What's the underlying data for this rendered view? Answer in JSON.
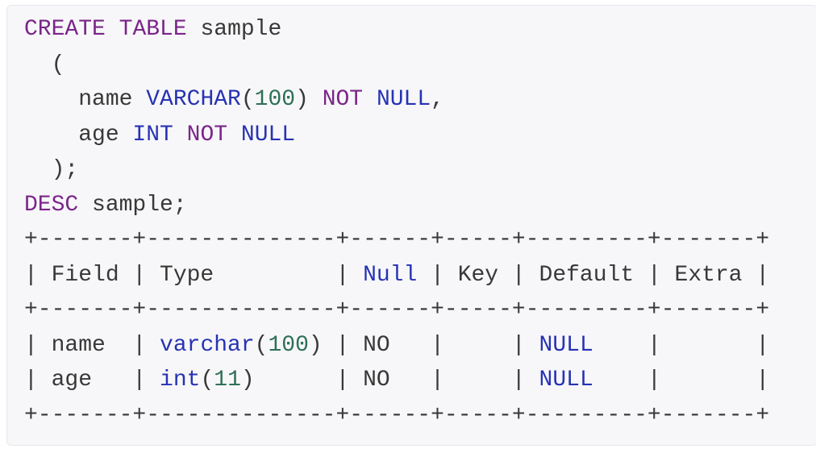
{
  "colors": {
    "page-bg": "#ffffff",
    "block-bg": "#f7f7f9",
    "block-border": "#e8e8ec",
    "plain": "#383838",
    "keyword": "#7b2589",
    "type": "#2733b3",
    "number": "#2d7055"
  },
  "code": {
    "language": "sql",
    "lines": [
      {
        "segments": [
          {
            "text": "CREATE",
            "style": "keyword"
          },
          {
            "text": " ",
            "style": "plain"
          },
          {
            "text": "TABLE",
            "style": "keyword"
          },
          {
            "text": " sample",
            "style": "plain"
          }
        ]
      },
      {
        "segments": [
          {
            "text": "  (",
            "style": "plain"
          }
        ]
      },
      {
        "segments": [
          {
            "text": "    name ",
            "style": "plain"
          },
          {
            "text": "VARCHAR",
            "style": "type"
          },
          {
            "text": "(",
            "style": "plain"
          },
          {
            "text": "100",
            "style": "number"
          },
          {
            "text": ") ",
            "style": "plain"
          },
          {
            "text": "NOT",
            "style": "keyword"
          },
          {
            "text": " ",
            "style": "plain"
          },
          {
            "text": "NULL",
            "style": "type"
          },
          {
            "text": ",",
            "style": "plain"
          }
        ]
      },
      {
        "segments": [
          {
            "text": "    age ",
            "style": "plain"
          },
          {
            "text": "INT",
            "style": "type"
          },
          {
            "text": " ",
            "style": "plain"
          },
          {
            "text": "NOT",
            "style": "keyword"
          },
          {
            "text": " ",
            "style": "plain"
          },
          {
            "text": "NULL",
            "style": "type"
          }
        ]
      },
      {
        "segments": [
          {
            "text": "  );",
            "style": "plain"
          }
        ]
      },
      {
        "segments": [
          {
            "text": "DESC",
            "style": "keyword"
          },
          {
            "text": " sample;",
            "style": "plain"
          }
        ]
      },
      {
        "segments": [
          {
            "text": "+-------+--------------+------+-----+---------+-------+",
            "style": "plain"
          }
        ]
      },
      {
        "segments": [
          {
            "text": "| Field | Type         | ",
            "style": "plain"
          },
          {
            "text": "Null",
            "style": "type"
          },
          {
            "text": " | Key | Default | Extra |",
            "style": "plain"
          }
        ]
      },
      {
        "segments": [
          {
            "text": "+-------+--------------+------+-----+---------+-------+",
            "style": "plain"
          }
        ]
      },
      {
        "segments": [
          {
            "text": "| name  | ",
            "style": "plain"
          },
          {
            "text": "varchar",
            "style": "type"
          },
          {
            "text": "(",
            "style": "plain"
          },
          {
            "text": "100",
            "style": "number"
          },
          {
            "text": ") | NO   |     | ",
            "style": "plain"
          },
          {
            "text": "NULL",
            "style": "type"
          },
          {
            "text": "    |       |",
            "style": "plain"
          }
        ]
      },
      {
        "segments": [
          {
            "text": "| age   | ",
            "style": "plain"
          },
          {
            "text": "int",
            "style": "type"
          },
          {
            "text": "(",
            "style": "plain"
          },
          {
            "text": "11",
            "style": "number"
          },
          {
            "text": ")      | NO   |     | ",
            "style": "plain"
          },
          {
            "text": "NULL",
            "style": "type"
          },
          {
            "text": "    |       |",
            "style": "plain"
          }
        ]
      },
      {
        "segments": [
          {
            "text": "+-------+--------------+------+-----+---------+-------+",
            "style": "plain"
          }
        ]
      }
    ]
  }
}
